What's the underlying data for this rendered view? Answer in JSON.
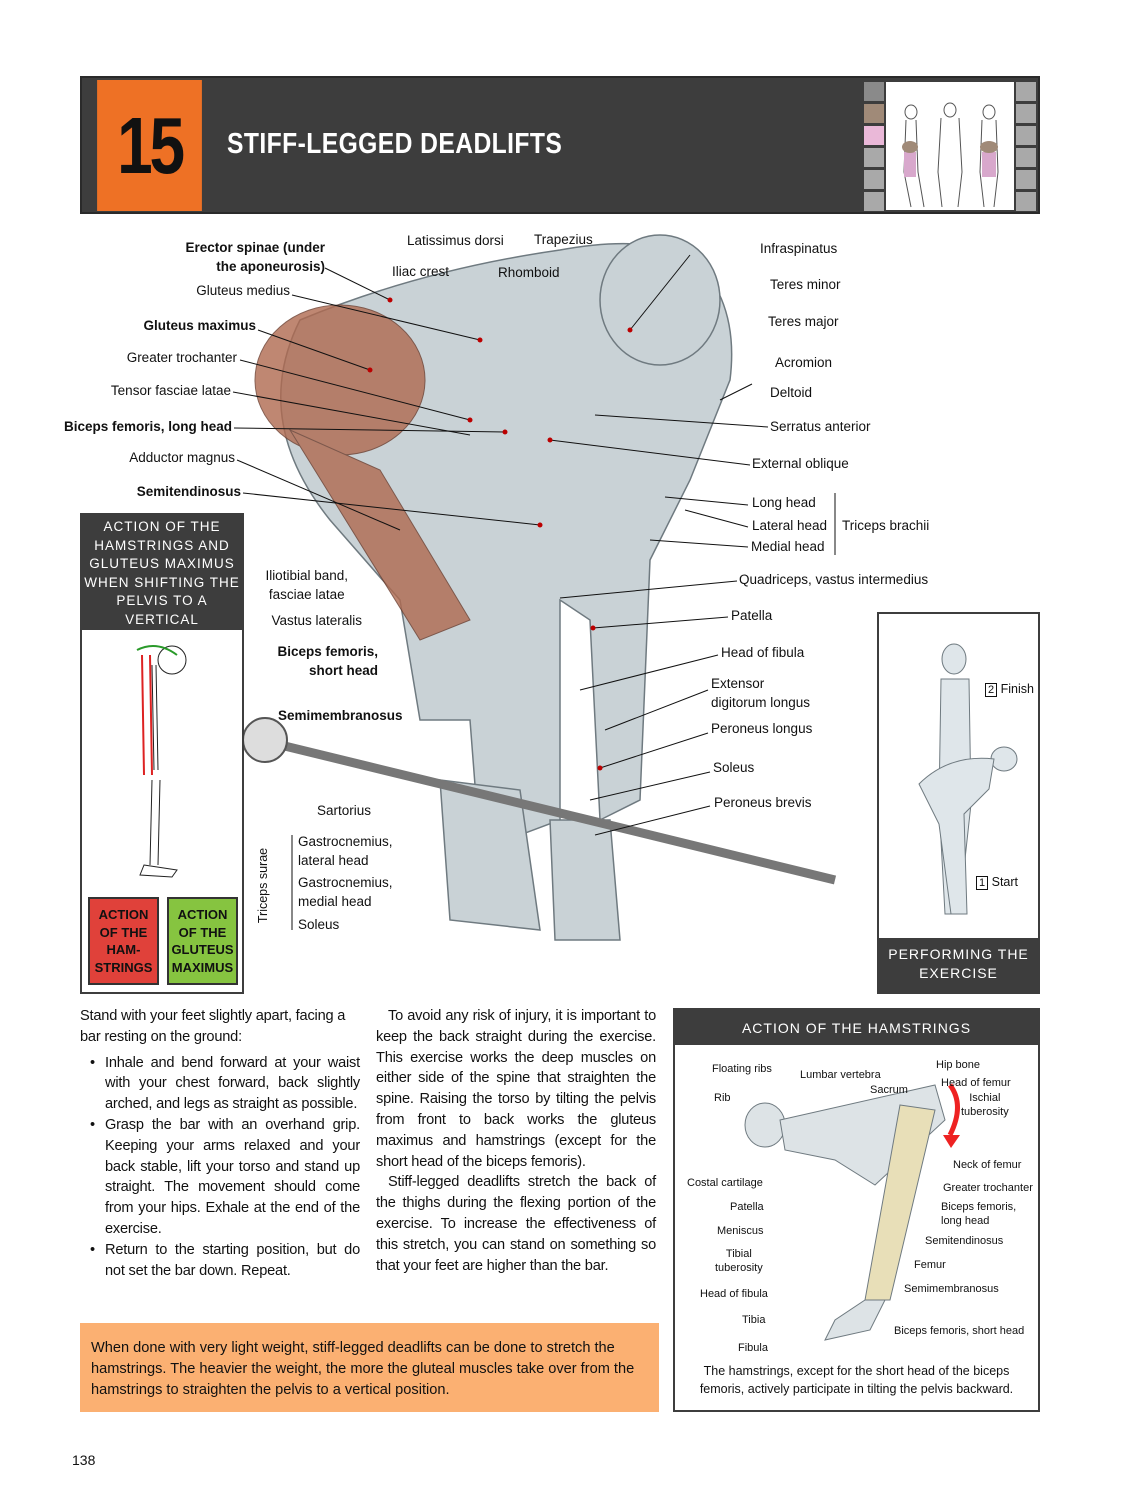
{
  "header": {
    "number": "15",
    "title": "STIFF-LEGGED DEADLIFTS",
    "swatch_colors": [
      "#8a8a8a",
      "#a08a78",
      "#eab8d8",
      "#a9a9a9",
      "#a9a9a9",
      "#a9a9a9"
    ]
  },
  "main_labels": {
    "erector_1": "Erector spinae (under",
    "erector_2": "the aponeurosis)",
    "gluteus_medius": "Gluteus medius",
    "gluteus_maximus": "Gluteus maximus",
    "greater_trochanter": "Greater trochanter",
    "tensor": "Tensor fasciae latae",
    "biceps_long": "Biceps femoris, long head",
    "adductor": "Adductor magnus",
    "semitendinosus": "Semitendinosus",
    "iliotibial_1": "Iliotibial band,",
    "iliotibial_2": "fasciae latae",
    "vastus_lateralis": "Vastus lateralis",
    "biceps_short_1": "Biceps femoris,",
    "biceps_short_2": "short head",
    "semimembranosus": "Semimembranosus",
    "sartorius": "Sartorius",
    "gastro_lat_1": "Gastrocnemius,",
    "gastro_lat_2": "lateral head",
    "gastro_med_1": "Gastrocnemius,",
    "gastro_med_2": "medial head",
    "soleus_left": "Soleus",
    "triceps_surae": "Triceps surae",
    "latissimus": "Latissimus dorsi",
    "trapezius": "Trapezius",
    "iliac_crest": "Iliac crest",
    "rhomboid": "Rhomboid",
    "infraspinatus": "Infraspinatus",
    "teres_minor": "Teres minor",
    "teres_major": "Teres major",
    "acromion": "Acromion",
    "deltoid": "Deltoid",
    "serratus": "Serratus anterior",
    "external_oblique": "External oblique",
    "long_head": "Long head",
    "lateral_head": "Lateral head",
    "medial_head": "Medial head",
    "triceps_brachii": "Triceps brachii",
    "quadriceps": "Quadriceps, vastus intermedius",
    "patella": "Patella",
    "head_fibula": "Head of fibula",
    "extensor_1": "Extensor",
    "extensor_2": "digitorum longus",
    "peroneus_longus": "Peroneus longus",
    "soleus_right": "Soleus",
    "peroneus_brevis": "Peroneus brevis"
  },
  "left_box": {
    "title_lines": [
      "ACTION OF THE",
      "HAMSTRINGS AND",
      "GLUTEUS MAXIMUS",
      "WHEN SHIFTING THE",
      "PELVIS TO A VERTICAL",
      "POSITION"
    ],
    "hamstrings_lines": [
      "ACTION",
      "OF THE",
      "HAM-",
      "STRINGS"
    ],
    "gluteus_lines": [
      "ACTION",
      "OF THE",
      "GLUTEUS",
      "MAXIMUS"
    ],
    "hamstrings_color": "#e0413a",
    "gluteus_color": "#86c440"
  },
  "right_box": {
    "finish_num": "2",
    "finish": "Finish",
    "start_num": "1",
    "start": "Start",
    "caption_lines": [
      "PERFORMING THE",
      "EXERCISE"
    ]
  },
  "text": {
    "intro": "Stand with your feet slightly apart, facing a bar resting on the ground:",
    "steps": [
      "Inhale and bend forward at your waist with your chest forward, back slightly arched, and legs as straight as possible.",
      "Grasp the bar with an overhand grip. Keeping your arms relaxed and your back stable, lift your torso and stand up straight. The movement should come from your hips. Exhale at the end of the exercise.",
      "Return to the starting position, but do not set the bar down. Repeat."
    ],
    "para1": "To avoid any risk of injury, it is important to keep the back straight during the exercise. This exercise works the deep muscles on either side of the spine that straighten the spine. Raising the torso by tilting the pelvis from front to back works the gluteus maximus and hamstrings (except for the short head of the biceps femoris).",
    "para2": "Stiff-legged deadlifts stretch the back of the thighs during the flexing portion of the exercise. To increase the effectiveness of this stretch, you can stand on something so that your feet are higher than the bar.",
    "note": "When done with very light weight, stiff-legged deadlifts can be done to stretch the hamstrings. The heavier the weight, the more the gluteal muscles take over from the hamstrings to straighten the pelvis to a vertical position.",
    "note_color": "#fbb072"
  },
  "hamstrings_box": {
    "title": "ACTION OF THE HAMSTRINGS",
    "labels": {
      "floating_ribs": "Floating ribs",
      "lumbar": "Lumbar vertebra",
      "hip_bone": "Hip bone",
      "head_femur": "Head of femur",
      "ischial_1": "Ischial",
      "ischial_2": "tuberosity",
      "sacrum": "Sacrum",
      "rib": "Rib",
      "neck_femur": "Neck of femur",
      "costal": "Costal cartilage",
      "greater_troch": "Greater trochanter",
      "patella": "Patella",
      "biceps_long_1": "Biceps femoris,",
      "biceps_long_2": "long head",
      "meniscus": "Meniscus",
      "semitendinosus": "Semitendinosus",
      "tibial_1": "Tibial",
      "tibial_2": "tuberosity",
      "femur": "Femur",
      "head_fibula": "Head of fibula",
      "semimembranosus": "Semimembranosus",
      "tibia": "Tibia",
      "biceps_short": "Biceps femoris, short head",
      "fibula": "Fibula"
    },
    "caption_1": "The hamstrings, except for the short head of the biceps",
    "caption_2": "femoris, actively participate in tilting the pelvis backward."
  },
  "page_number": "138"
}
